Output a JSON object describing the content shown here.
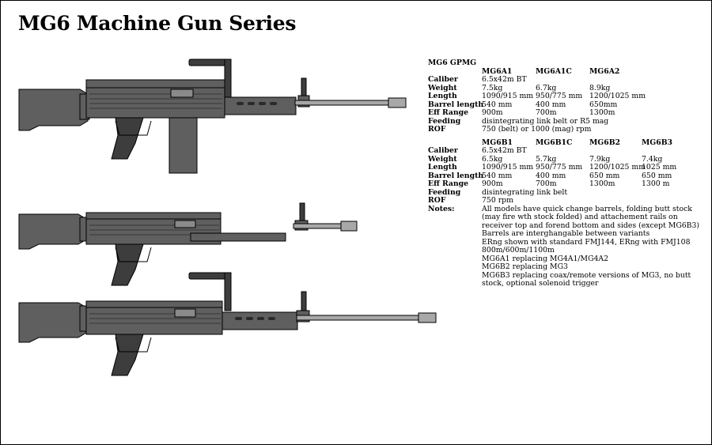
{
  "title": "MG6 Machine Gun Series",
  "colors": {
    "receiver": "#5f5f5f",
    "dark": "#3d3d3d",
    "barrel": "#a8a8a8",
    "light": "#8a8a8a",
    "outline": "#000000"
  },
  "gpmg": {
    "heading": "MG6 GPMG",
    "models": [
      "MG6A1",
      "MG6A1C",
      "MG6A2"
    ],
    "rows": [
      {
        "label": "Caliber",
        "values": [
          "6.5x42m BT",
          "",
          ""
        ]
      },
      {
        "label": "Weight",
        "values": [
          "7.5kg",
          "6.7kg",
          "8.9kg"
        ]
      },
      {
        "label": "Length",
        "values": [
          "1090/915 mm",
          "950/775 mm",
          "1200/1025 mm"
        ]
      },
      {
        "label": "Barrel length",
        "values": [
          "540 mm",
          "400 mm",
          "650mm"
        ]
      },
      {
        "label": "Eff Range",
        "values": [
          "900m",
          "700m",
          "1300m"
        ]
      },
      {
        "label": "Feeding",
        "values": [
          "disintegrating link belt or R5 mag",
          "",
          ""
        ]
      },
      {
        "label": "ROF",
        "values": [
          "750 (belt) or 1000 (mag) rpm",
          "",
          ""
        ]
      }
    ]
  },
  "b_series": {
    "models": [
      "MG6B1",
      "MG6B1C",
      "MG6B2",
      "MG6B3"
    ],
    "rows": [
      {
        "label": "Caliber",
        "values": [
          "6.5x42m BT",
          "",
          "",
          ""
        ]
      },
      {
        "label": "Weight",
        "values": [
          "6.5kg",
          "5.7kg",
          "7.9kg",
          "7.4kg"
        ]
      },
      {
        "label": "Length",
        "values": [
          "1090/915 mm",
          "950/775 mm",
          "1200/1025 mm",
          "1025 mm"
        ]
      },
      {
        "label": "Barrel length",
        "values": [
          "540 mm",
          "400 mm",
          "650 mm",
          "650 mm"
        ]
      },
      {
        "label": "Eff Range",
        "values": [
          "900m",
          "700m",
          "1300m",
          "1300 m"
        ]
      },
      {
        "label": "Feeding",
        "values": [
          "disintegrating link belt",
          "",
          "",
          ""
        ]
      },
      {
        "label": "ROF",
        "values": [
          "750 rpm",
          "",
          "",
          ""
        ]
      }
    ],
    "notes_label": "Notes:",
    "notes": [
      "All models have quick change barrels, folding butt stock (may fire wth stock folded) and attachement rails on receiver top and forend bottom and sides (except MG6B3)",
      "Barrels are interghangable between variants",
      "ERng shown with standard FMJ144, ERng with FMJ108 800m/600m/1100m",
      "MG6A1 replacing MG4A1/MG4A2",
      "MG6B2 replacing MG3",
      "MG6B3 replacing coax/remote versions of MG3, no butt stock, optional solenoid trigger"
    ]
  }
}
